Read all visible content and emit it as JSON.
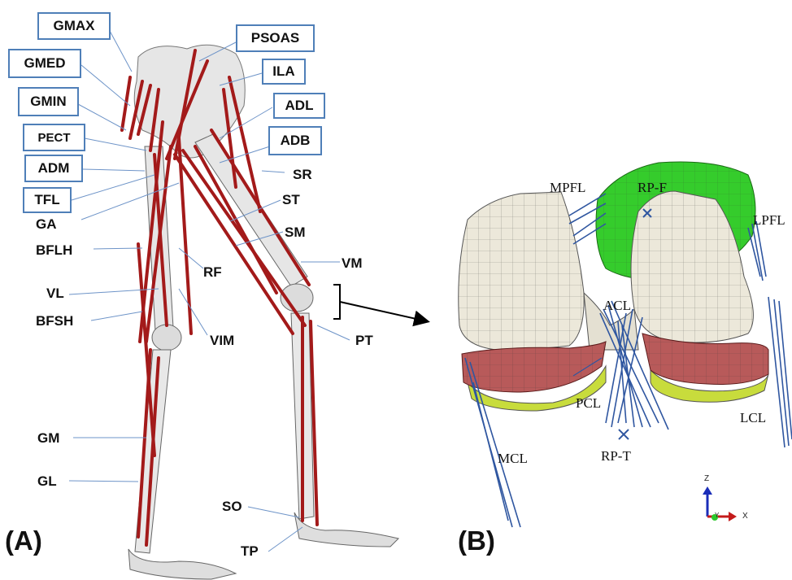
{
  "panels": {
    "a": "(A)",
    "b": "(B)"
  },
  "muscles_boxed": {
    "gmax": "GMAX",
    "psoas": "PSOAS",
    "gmed": "GMED",
    "ila": "ILA",
    "gmin": "GMIN",
    "adl": "ADL",
    "pect": "PECT",
    "adb": "ADB",
    "adm": "ADM",
    "tfl": "TFL"
  },
  "muscles": {
    "sr": "SR",
    "st": "ST",
    "ga": "GA",
    "bflh": "BFLH",
    "sm": "SM",
    "rf": "RF",
    "vm": "VM",
    "vl": "VL",
    "bfsh": "BFSH",
    "vim": "VIM",
    "pt": "PT",
    "gm": "GM",
    "gl": "GL",
    "so": "SO",
    "tp": "TP"
  },
  "ligaments": {
    "mpfl": "MPFL",
    "rpf": "RP-F",
    "lpfl": "LPFL",
    "acl": "ACL",
    "pcl": "PCL",
    "lcl": "LCL",
    "mcl": "MCL",
    "rpt": "RP-T"
  },
  "axes": {
    "z": "Z",
    "y": "Y",
    "x": "X"
  },
  "colors": {
    "muscle": "#a31a1a",
    "label_border": "#4f7fb8",
    "leader": "#6e94c8",
    "bone": "#e4e4e4",
    "femur": "#ece8da",
    "patella": "#35cc2c",
    "meniscus": "#b85a5a",
    "tibia_cartilage": "#c8dc3c",
    "ligament": "#2f56a0"
  }
}
